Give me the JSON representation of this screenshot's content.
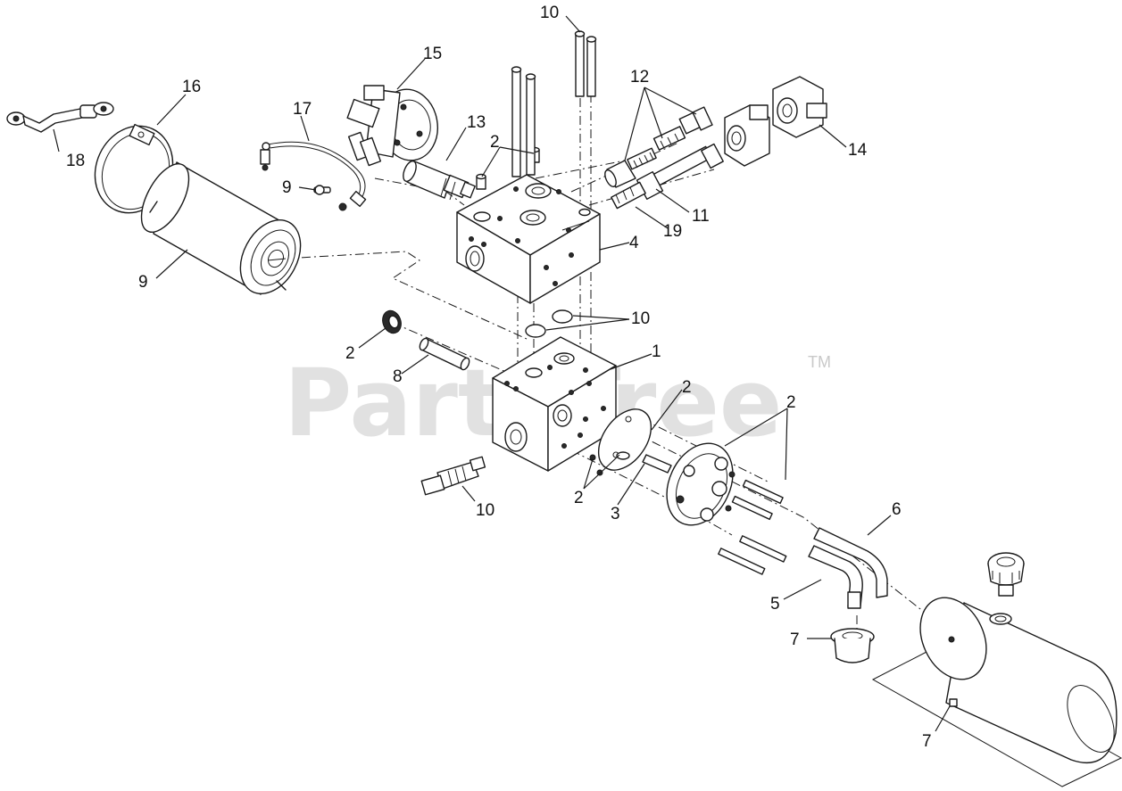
{
  "watermark": {
    "text": "PartsTree",
    "mark": "TM"
  },
  "callouts": {
    "c10a": "10",
    "c12": "12",
    "c15": "15",
    "c16": "16",
    "c17": "17",
    "c13": "13",
    "c2a": "2",
    "c18": "18",
    "c14": "14",
    "c9a": "9",
    "c11": "11",
    "c19": "19",
    "c4": "4",
    "c9b": "9",
    "c10b": "10",
    "c2b": "2",
    "c1": "1",
    "c8": "8",
    "c2c": "2",
    "c2d": "2",
    "c2e": "2",
    "c3": "3",
    "c10c": "10",
    "c6": "6",
    "c5": "5",
    "c7a": "7",
    "c7b": "7"
  }
}
